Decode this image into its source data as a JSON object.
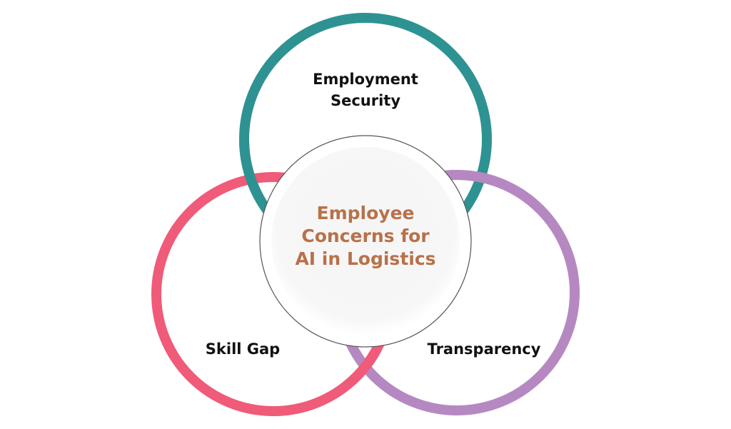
{
  "diagram": {
    "type": "venn",
    "center": {
      "title_lines": [
        "Employee",
        "Concerns for",
        "AI in Logistics"
      ],
      "color": "#b8714a"
    },
    "circles": [
      {
        "id": "top",
        "label_lines": [
          "Employment",
          "Security"
        ],
        "color": "#2e9292"
      },
      {
        "id": "left",
        "label_lines": [
          "Skill Gap"
        ],
        "color": "#ef5b78"
      },
      {
        "id": "right",
        "label_lines": [
          "Transparency"
        ],
        "color": "#b688c2"
      }
    ]
  }
}
